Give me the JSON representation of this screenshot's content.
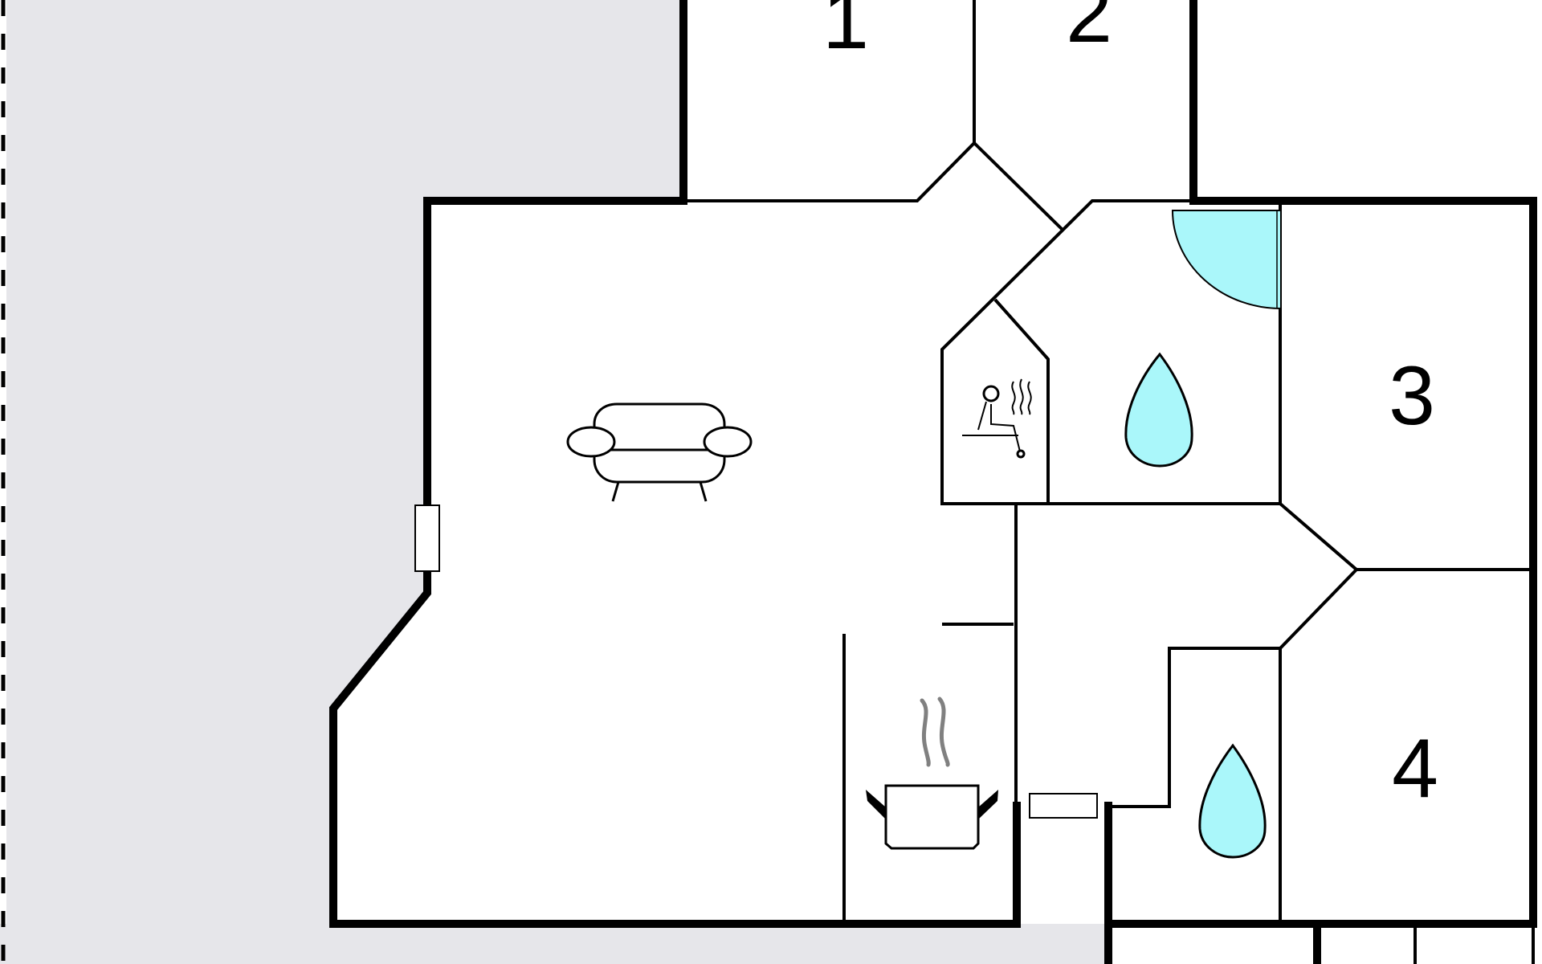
{
  "rooms": {
    "bedroom_1": "1",
    "bedroom_2": "2",
    "bedroom_3": "3",
    "bedroom_4": "4"
  },
  "icons": {
    "living": "sofa-icon",
    "kitchen": "cooking-pot-icon",
    "sauna": "sauna-icon",
    "bathroom_1": "water-drop-icon",
    "bathroom_2": "water-drop-icon"
  },
  "colors": {
    "outside": "#e6e6ea",
    "wall": "#000000",
    "water": "#aaf7fa",
    "steam": "#808080"
  }
}
